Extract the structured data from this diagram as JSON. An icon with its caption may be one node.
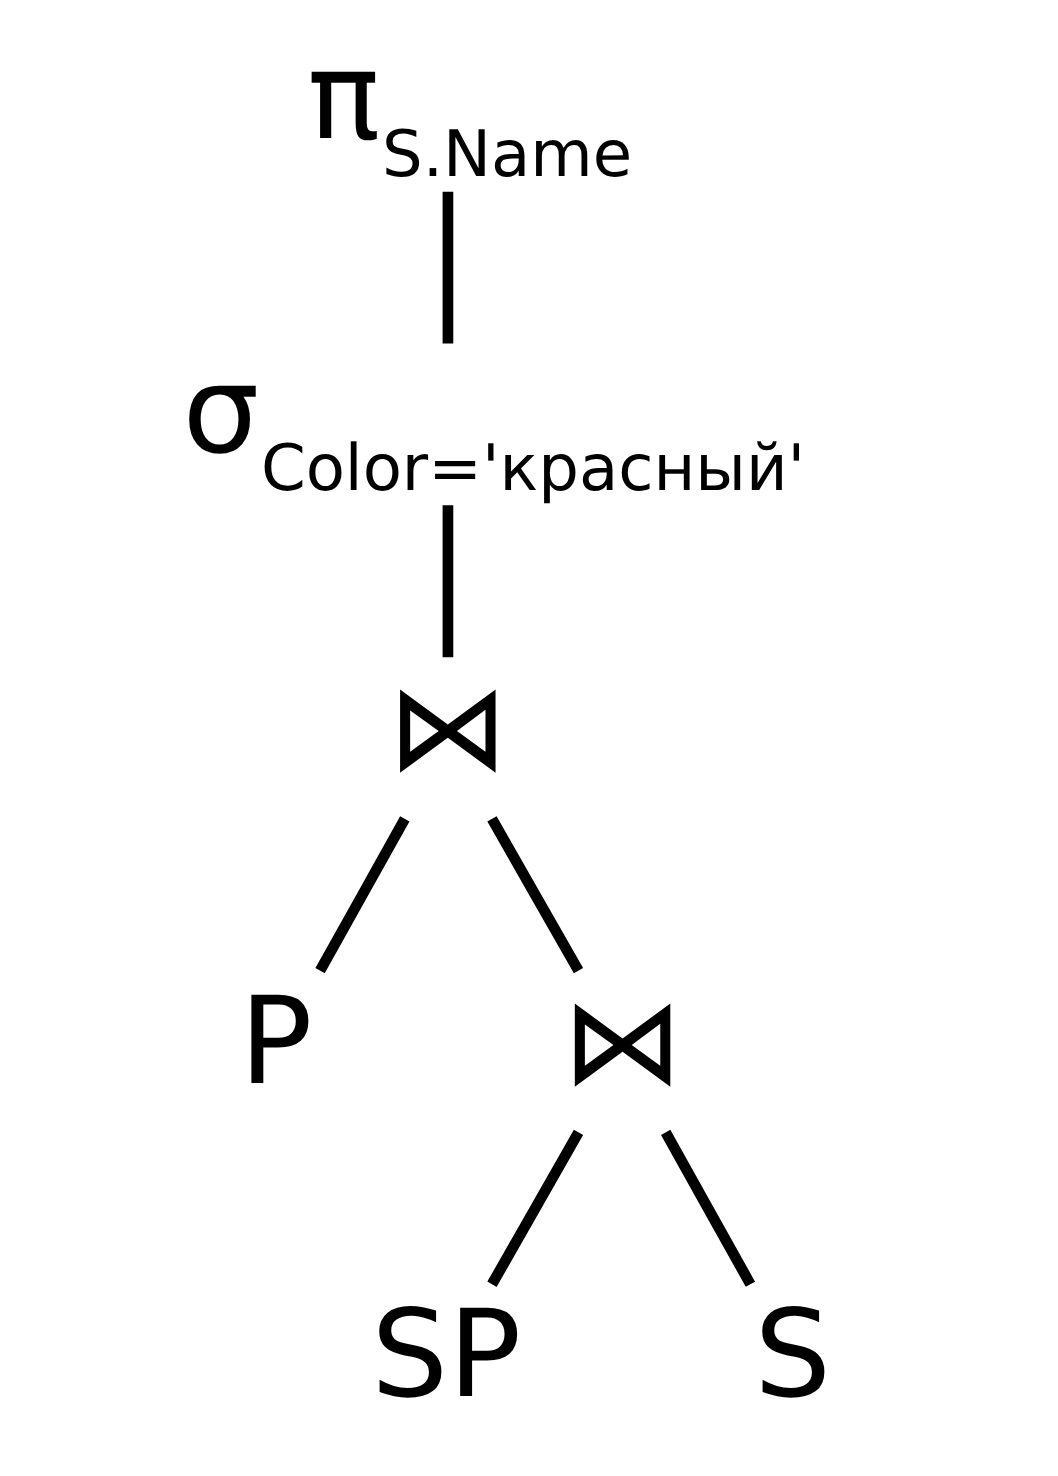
{
  "diagram": {
    "nodes": [
      {
        "text": [
          "π$_{S.Name}$"
        ]
      },
      {
        "text": [
          "σ$_{Color='красный'}$"
        ]
      },
      {
        "text": [
          "⋈"
        ]
      },
      {
        "text": [
          "P"
        ]
      },
      {
        "text": [
          "⋈"
        ]
      },
      {
        "text": [
          "SP"
        ]
      },
      {
        "text": [
          "S"
        ]
      }
    ],
    "edges": [
      {
        "from": 0,
        "to": 1,
        "arrow": "none"
      },
      {
        "from": 1,
        "to": 2,
        "arrow": "none"
      },
      {
        "from": 2,
        "to": 3,
        "arrow": "none"
      },
      {
        "from": 2,
        "to": 4,
        "arrow": "none"
      },
      {
        "from": 4,
        "to": 5,
        "arrow": "none"
      },
      {
        "from": 4,
        "to": 6,
        "arrow": "none"
      }
    ]
  }
}
